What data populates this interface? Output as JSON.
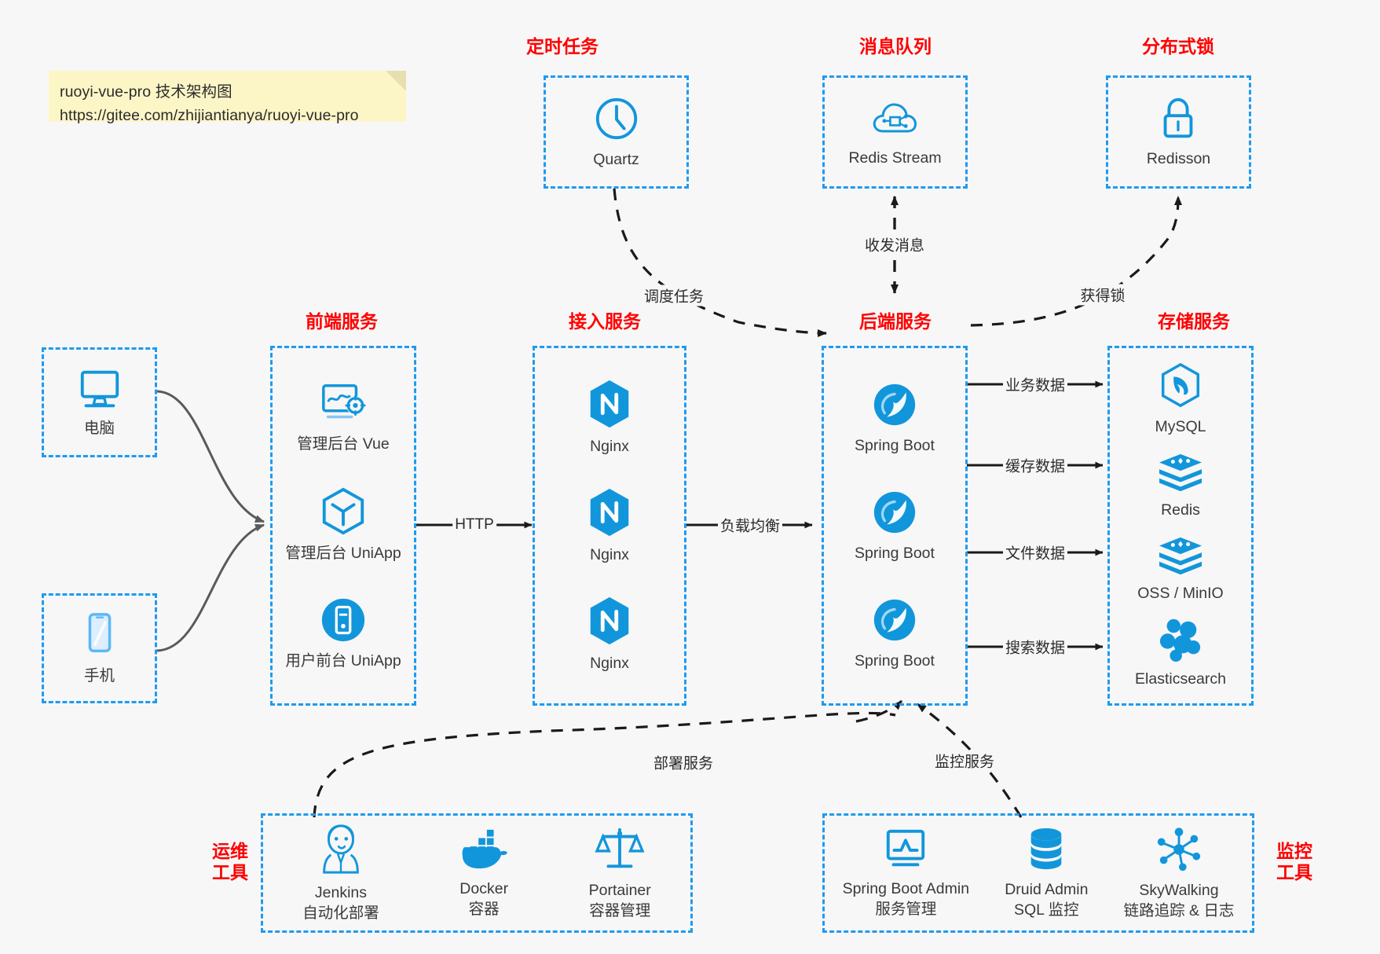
{
  "note": {
    "line1": "ruoyi-vue-pro 技术架构图",
    "line2": "https://gitee.com/zhijiantianya/ruoyi-vue-pro"
  },
  "colors": {
    "accent_blue": "#1e9bf0",
    "icon_blue": "#1296db",
    "title_red": "#ff0000",
    "background": "#f7f7f7",
    "note_yellow": "#fcf6c7",
    "edge_black": "#1a1a1a",
    "curve_gray": "#595959"
  },
  "groups": {
    "scheduler": {
      "title": "定时任务",
      "nodes": [
        {
          "label": "Quartz",
          "icon": "clock-icon"
        }
      ]
    },
    "mq": {
      "title": "消息队列",
      "nodes": [
        {
          "label": "Redis Stream",
          "icon": "cloud-stream-icon"
        }
      ]
    },
    "lock": {
      "title": "分布式锁",
      "nodes": [
        {
          "label": "Redisson",
          "icon": "padlock-icon"
        }
      ]
    },
    "clients": {
      "nodes": [
        {
          "label": "电脑",
          "icon": "desktop-monitor-icon"
        },
        {
          "label": "手机",
          "icon": "mobile-phone-icon"
        }
      ]
    },
    "frontend": {
      "title": "前端服务",
      "nodes": [
        {
          "label": "管理后台 Vue",
          "icon": "dashboard-gear-icon"
        },
        {
          "label": "管理后台 UniApp",
          "icon": "hexagon-cube-icon"
        },
        {
          "label": "用户前台 UniApp",
          "icon": "app-circle-icon"
        }
      ]
    },
    "gateway": {
      "title": "接入服务",
      "nodes": [
        {
          "label": "Nginx",
          "icon": "nginx-icon"
        },
        {
          "label": "Nginx",
          "icon": "nginx-icon"
        },
        {
          "label": "Nginx",
          "icon": "nginx-icon"
        }
      ]
    },
    "backend": {
      "title": "后端服务",
      "nodes": [
        {
          "label": "Spring Boot",
          "icon": "spring-leaf-icon"
        },
        {
          "label": "Spring Boot",
          "icon": "spring-leaf-icon"
        },
        {
          "label": "Spring Boot",
          "icon": "spring-leaf-icon"
        }
      ]
    },
    "storage": {
      "title": "存储服务",
      "nodes": [
        {
          "label": "MySQL",
          "icon": "mysql-dolphin-icon"
        },
        {
          "label": "Redis",
          "icon": "redis-stack-icon"
        },
        {
          "label": "OSS / MinIO",
          "icon": "redis-stack-icon"
        },
        {
          "label": "Elasticsearch",
          "icon": "elasticsearch-icon"
        }
      ]
    },
    "devops": {
      "title_line1": "运维",
      "title_line2": "工具",
      "nodes": [
        {
          "label": "Jenkins",
          "sublabel": "自动化部署",
          "icon": "jenkins-butler-icon"
        },
        {
          "label": "Docker",
          "sublabel": "容器",
          "icon": "docker-whale-icon"
        },
        {
          "label": "Portainer",
          "sublabel": "容器管理",
          "icon": "scales-icon"
        }
      ]
    },
    "monitoring": {
      "title_line1": "监控",
      "title_line2": "工具",
      "nodes": [
        {
          "label": "Spring Boot Admin",
          "sublabel": "服务管理",
          "icon": "monitor-chart-icon"
        },
        {
          "label": "Druid Admin",
          "sublabel": "SQL 监控",
          "icon": "database-stack-icon"
        },
        {
          "label": "SkyWalking",
          "sublabel": "链路追踪 & 日志",
          "icon": "skywalking-nodes-icon"
        }
      ]
    }
  },
  "edges": [
    {
      "name": "frontend-to-gateway",
      "label": "HTTP"
    },
    {
      "name": "gateway-to-backend",
      "label": "负载均衡"
    },
    {
      "name": "backend-to-mysql",
      "label": "业务数据"
    },
    {
      "name": "backend-to-redis",
      "label": "缓存数据"
    },
    {
      "name": "backend-to-oss",
      "label": "文件数据"
    },
    {
      "name": "backend-to-elasticsearch",
      "label": "搜索数据"
    },
    {
      "name": "quartz-to-backend",
      "label": "调度任务"
    },
    {
      "name": "backend-to-mq",
      "label": "收发消息"
    },
    {
      "name": "backend-to-lock",
      "label": "获得锁"
    },
    {
      "name": "devops-to-backend",
      "label": "部署服务"
    },
    {
      "name": "monitoring-to-backend",
      "label": "监控服务"
    }
  ]
}
